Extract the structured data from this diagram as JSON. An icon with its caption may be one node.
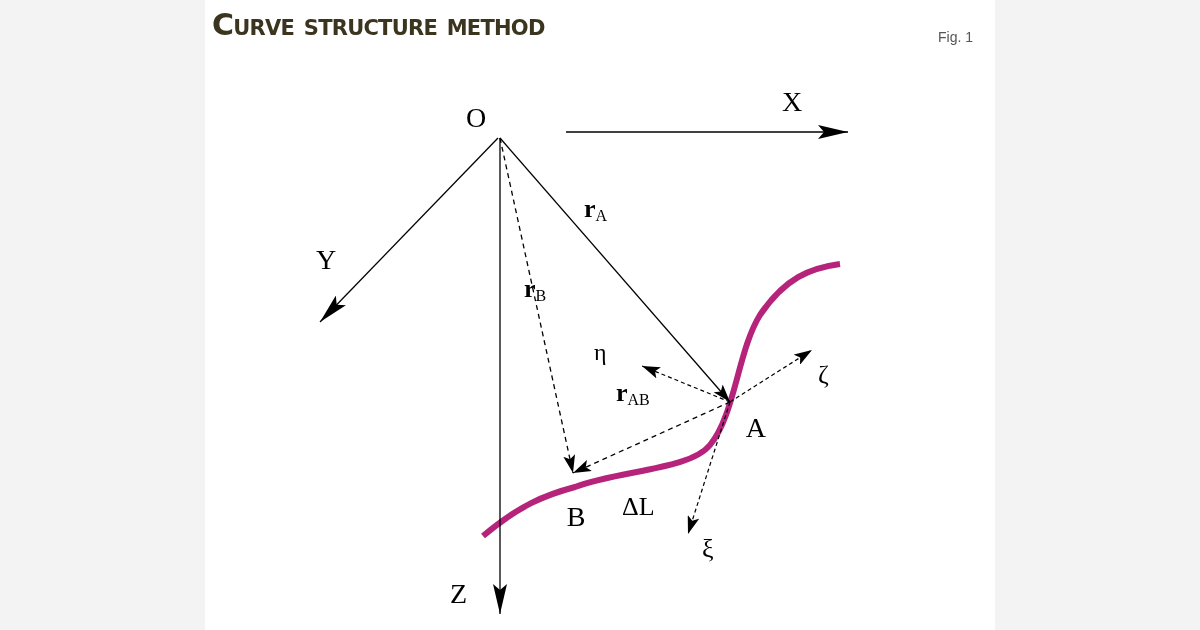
{
  "diagram": {
    "title": "Curve structure method",
    "nodes": [
      {
        "text": [
          "O"
        ]
      },
      {
        "text": [
          "A"
        ]
      },
      {
        "text": [
          "B"
        ]
      }
    ],
    "edges": [
      {
        "from": 0,
        "to": 1,
        "arrow": "to",
        "label": "**r**$_{A}$"
      },
      {
        "from": 0,
        "to": 2,
        "arrow": "to",
        "style": "dashed",
        "label": "**r**$_{B}$"
      },
      {
        "from": 1,
        "to": 2,
        "arrow": "to",
        "style": "dashed",
        "label": "**r**$_{AB}$"
      }
    ],
    "labels": [
      "Fig. 1",
      "X",
      "Y",
      "Z",
      "η",
      "ζ",
      "ξ",
      "ΔL"
    ]
  }
}
